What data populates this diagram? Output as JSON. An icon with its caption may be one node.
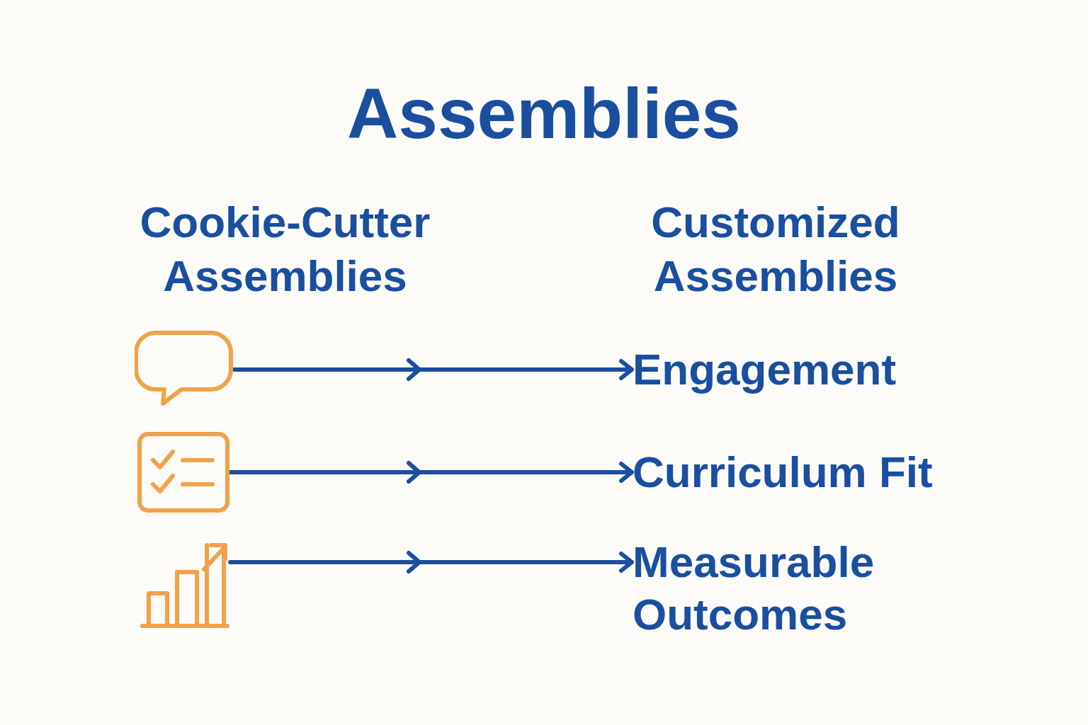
{
  "diagram": {
    "title": "Assemblies",
    "nodes": [
      {
        "text": [],
        "shape": "bubble"
      },
      {
        "text": [],
        "shape": "checklist"
      },
      {
        "text": [],
        "shape": "chart"
      },
      {
        "text": [
          "Engagement"
        ]
      },
      {
        "text": [
          "Curriculum Fit"
        ]
      },
      {
        "text": [
          "Measurable Outcomes"
        ]
      }
    ],
    "edges": [
      {
        "from": 0,
        "to": 3,
        "arrow": "to"
      },
      {
        "from": 1,
        "to": 4,
        "arrow": "to"
      },
      {
        "from": 2,
        "to": 5,
        "arrow": "to"
      }
    ],
    "labels": [
      "Cookie-Cutter Assemblies",
      "Customized Assemblies"
    ]
  }
}
